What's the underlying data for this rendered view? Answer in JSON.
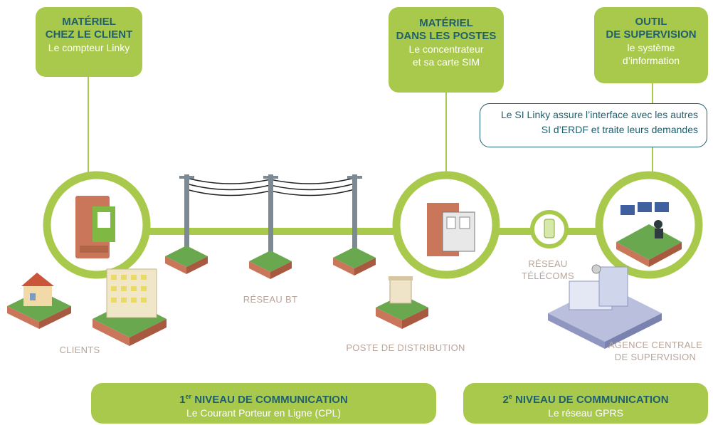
{
  "boxes": {
    "client": {
      "title": "MATÉRIEL\nCHEZ LE CLIENT",
      "subtitle": "Le compteur Linky"
    },
    "postes": {
      "title": "MATÉRIEL\nDANS LES POSTES",
      "subtitle": "Le concentrateur\net sa carte SIM"
    },
    "supervision": {
      "title": "OUTIL\nDE SUPERVISION",
      "subtitle": "le système\nd’information"
    }
  },
  "note": "Le SI Linky assure l’interface avec les autres\nSI d’ERDF et traite leurs demandes",
  "labels": {
    "reseau_bt": "RÉSEAU BT",
    "clients": "CLIENTS",
    "poste": "POSTE DE DISTRIBUTION",
    "reseau_telecoms": "RÉSEAU\nTÉLÉCOMS",
    "agence": "AGENCE CENTRALE\nDE SUPERVISION"
  },
  "bars": {
    "level1": {
      "num": "1",
      "sup": "er",
      "title": " NIVEAU DE COMMUNICATION",
      "subtitle": "Le Courant Porteur en Ligne (CPL)"
    },
    "level2": {
      "num": "2",
      "sup": "e",
      "title": " NIVEAU DE COMMUNICATION",
      "subtitle": "Le réseau GPRS"
    }
  },
  "colors": {
    "green": "#a9c94c",
    "teal": "#1f5f6e",
    "label": "#b8a59c",
    "soil": "#c9765a"
  }
}
